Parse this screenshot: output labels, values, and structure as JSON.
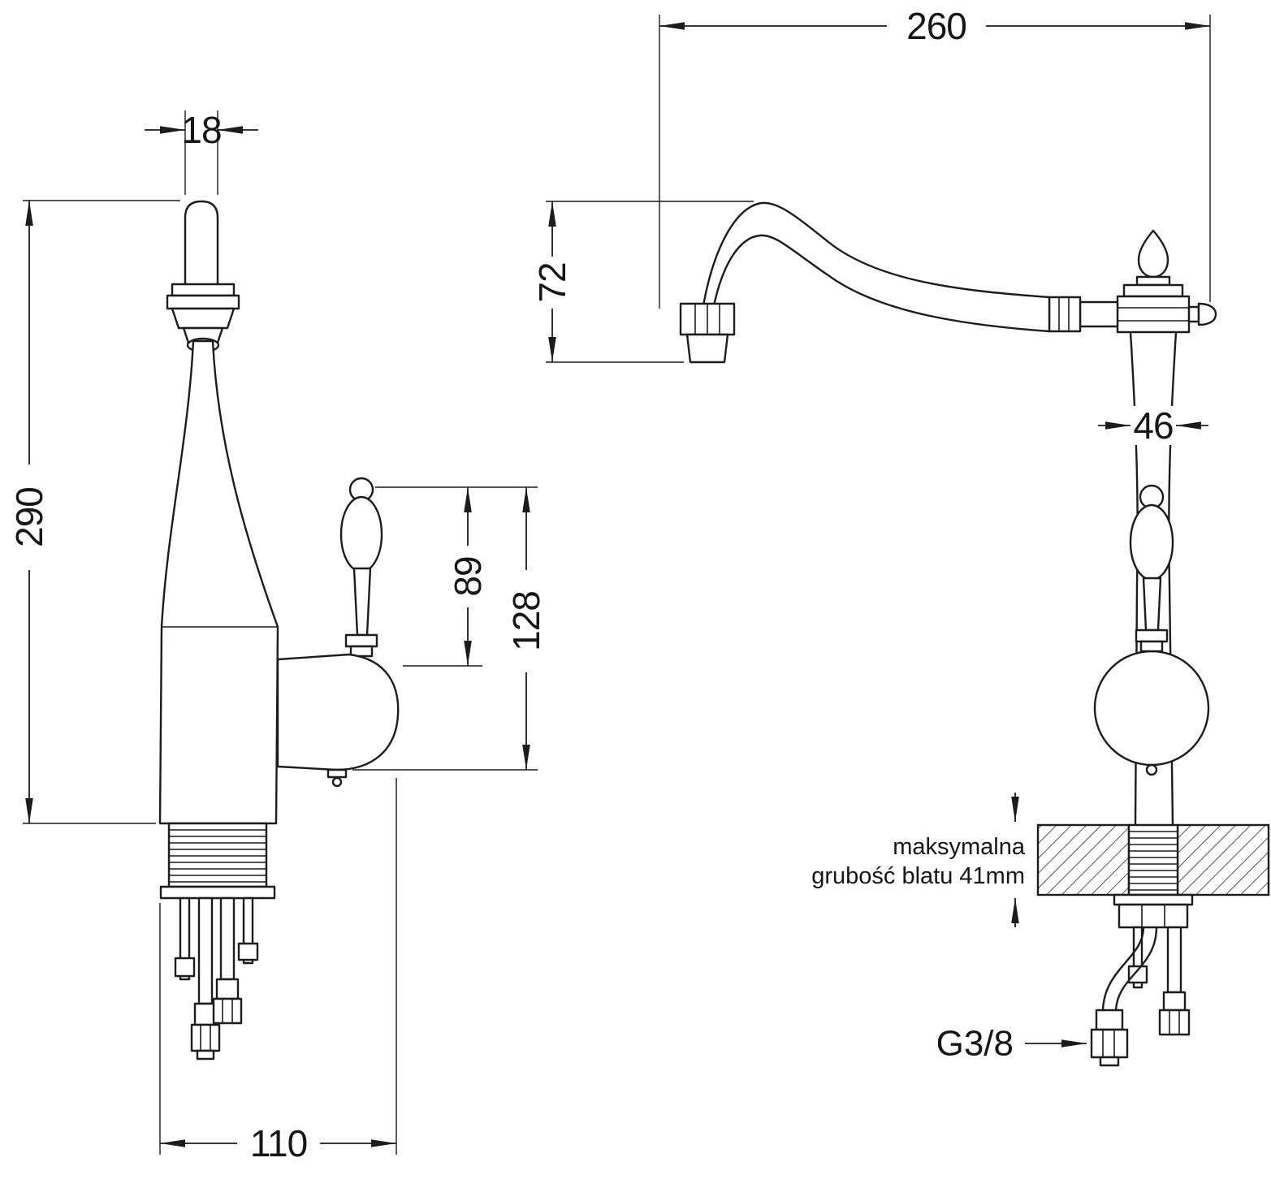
{
  "page": {
    "background": "#ffffff",
    "line_color": "#1c1c1c"
  },
  "diagram": {
    "kind": "kitchen faucet dimensional technical drawing, two views",
    "side_view": {
      "spout_tube_width_mm": "18",
      "total_height_mm": "290",
      "handle_height_mm": "89",
      "handle_top_height_mm": "128",
      "base_depth_mm": "110"
    },
    "front_view": {
      "spout_reach_mm": "260",
      "spout_drop_mm": "72",
      "body_width_mm": "46",
      "thread_label": "G3/8",
      "countertop_note_line1": "maksymalna",
      "countertop_note_line2": "grubość blatu 41mm"
    }
  }
}
